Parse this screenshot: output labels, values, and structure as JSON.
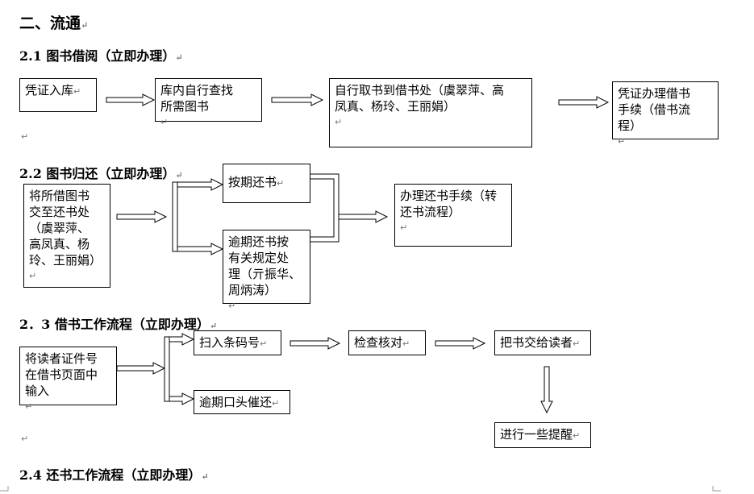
{
  "para_mark": "↵",
  "heading": "二、流通",
  "s1": {
    "title": "2.1 图书借阅（立即办理）",
    "boxes": {
      "b1": "凭证入库",
      "b2": [
        "库内自行查找",
        "所需图书"
      ],
      "b3": [
        "自行取书到借书处（虞翠萍、高",
        "凤真、杨玲、王丽娟）"
      ],
      "b4": [
        "凭证办理借书",
        "手续（借书流",
        "程）"
      ]
    }
  },
  "s2": {
    "title": "2.2 图书归还（立即办理）",
    "boxes": {
      "b1": [
        "将所借图书",
        "交至还书处",
        "（虞翠萍、",
        "高凤真、杨",
        "玲、王丽娟）"
      ],
      "b2": "按期还书",
      "b3": [
        "逾期还书按",
        "有关规定处",
        "理（亓振华、",
        "周炳涛）"
      ],
      "b4": [
        "办理还书手续（转",
        "还书流程）"
      ]
    }
  },
  "s3": {
    "title": "2．3 借书工作流程（立即办理）",
    "boxes": {
      "b1": [
        "将读者证件号",
        "在借书页面中",
        "输入"
      ],
      "b2": "扫入条码号",
      "b3": "检查核对",
      "b4": "把书交给读者",
      "b5": "逾期口头催还",
      "b6": "进行一些提醒"
    }
  },
  "s4": {
    "title": "2.4 还书工作流程（立即办理）"
  }
}
